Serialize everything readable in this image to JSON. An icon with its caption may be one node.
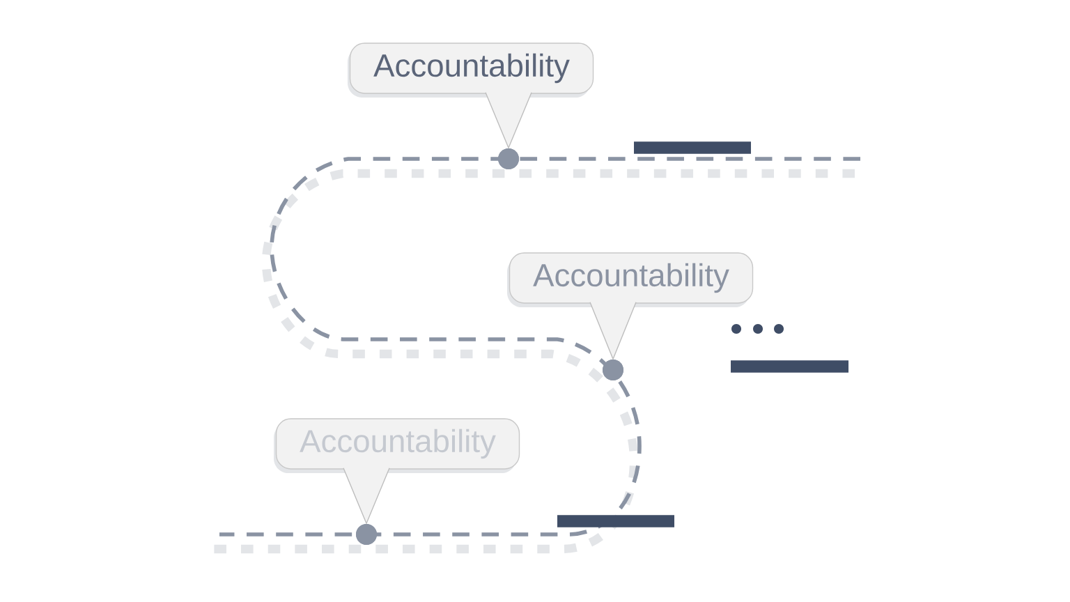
{
  "diagram": {
    "nodes": [
      {
        "text": [
          "Accountability"
        ]
      },
      {
        "text": [
          "Accountability"
        ]
      },
      {
        "text": [
          "Accountability"
        ]
      },
      {
        "text": [],
        "shape": "circle"
      },
      {
        "text": [],
        "shape": "circle"
      },
      {
        "text": [],
        "shape": "circle"
      }
    ],
    "edges": [
      {
        "from": 0,
        "to": 3,
        "arrow": "to"
      },
      {
        "from": 1,
        "to": 4,
        "arrow": "to"
      },
      {
        "from": 2,
        "to": 5,
        "arrow": "to"
      }
    ]
  }
}
